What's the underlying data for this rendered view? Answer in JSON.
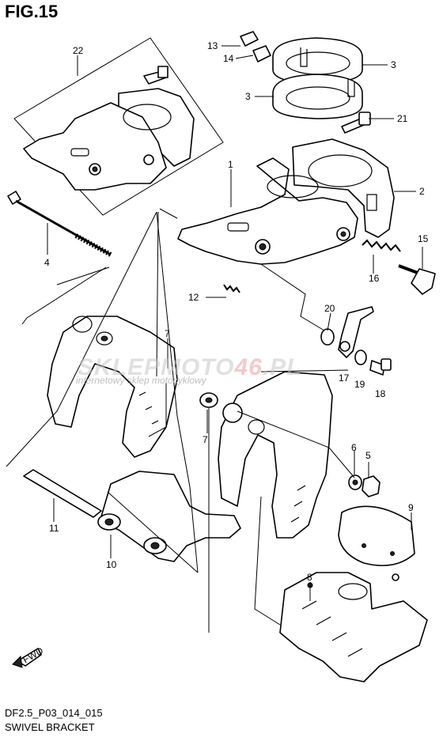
{
  "figure": {
    "title": "FIG.15",
    "code": "DF2.5_P03_014_015",
    "name": "SWIVEL BRACKET"
  },
  "watermark": {
    "brand_main": "SKLEPMOTO",
    "brand_accent": "46",
    "brand_suffix": ".PL",
    "tagline": "internetowy sklep motocyklowy"
  },
  "fwd_label": "FWD",
  "callouts": [
    "22",
    "13",
    "14",
    "3",
    "3",
    "21",
    "1",
    "2",
    "4",
    "15",
    "16",
    "12",
    "20",
    "7",
    "7",
    "17",
    "19",
    "18",
    "6",
    "5",
    "11",
    "9",
    "8",
    "10"
  ]
}
